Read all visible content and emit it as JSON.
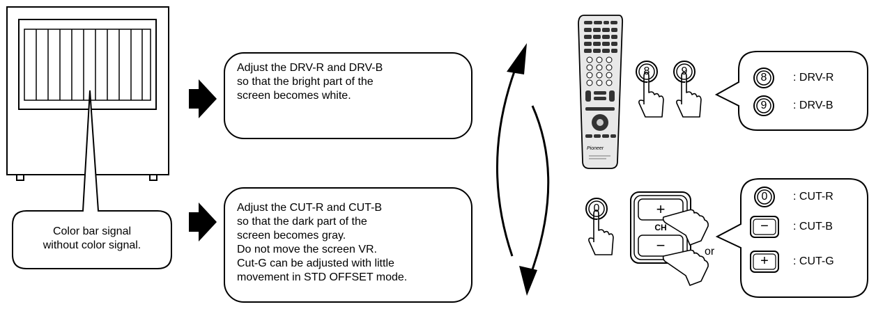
{
  "callout_top": {
    "lines": [
      "Adjust the DRV-R and DRV-B",
      "so that the bright part of the",
      "screen becomes white."
    ]
  },
  "callout_bottom": {
    "lines": [
      "Adjust the CUT-R and CUT-B",
      "so that the dark part of the",
      "screen becomes gray.",
      "Do not move the screen VR.",
      "Cut-G can be adjusted with little",
      "movement in STD OFFSET mode."
    ]
  },
  "monitor_callout": {
    "lines": [
      "Color bar signal",
      "without color signal."
    ]
  },
  "remote": {
    "brand": "Pioneer"
  },
  "buttons": {
    "eight": "8",
    "nine": "9",
    "zero": "0",
    "plus": "+",
    "minus": "−",
    "ch": "CH"
  },
  "or_label": "or",
  "legend_top": [
    {
      "key": "8",
      "label": ": DRV-R"
    },
    {
      "key": "9",
      "label": ": DRV-B"
    }
  ],
  "legend_bottom": [
    {
      "key": "0",
      "label": ": CUT-R"
    },
    {
      "key": "−",
      "label": ": CUT-B"
    },
    {
      "key": "+",
      "label": ": CUT-G"
    }
  ]
}
